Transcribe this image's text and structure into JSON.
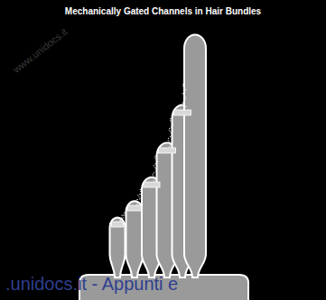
{
  "diagram": {
    "title": "Mechanically Gated Channels in Hair Bundles",
    "labels": [
      "www.unidocs.it",
      ".unidocs.it - Appunti e"
    ]
  }
}
